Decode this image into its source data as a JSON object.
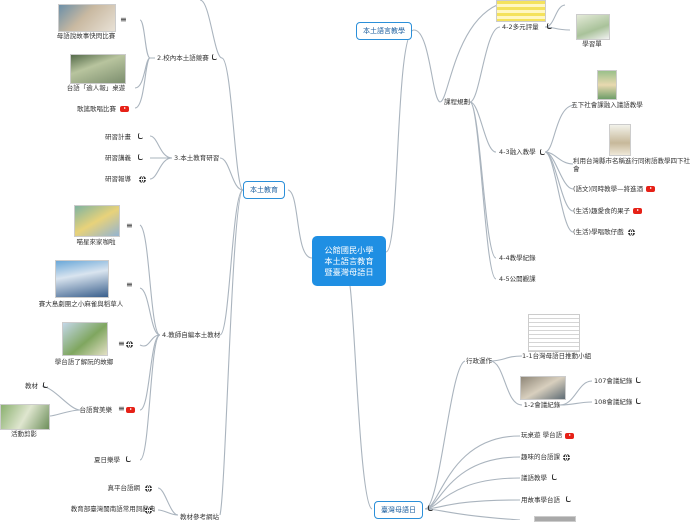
{
  "root": {
    "line1": "公館國民小學",
    "line2": "本土語言教育",
    "line3": "暨臺灣母語日"
  },
  "branches": {
    "local_edu": "本土教育",
    "local_lang": "本土語言教學",
    "mother_day": "臺灣母語日"
  },
  "local_edu": {
    "contest_story": "母語說故事快閃比賽",
    "campus": "2.校內本土語競賽",
    "taiwanese_trip": "台語「逾人報」桌遊",
    "song_contest": "歌謠歌唱比賽",
    "study_notes": "研習計畫",
    "study_slides": "研習講義",
    "study_report": "研習報導",
    "local_study": "3.本土教育研習",
    "thumb1": "喵星來家咖啦",
    "thumb2": "賽大島劇團之小麻雀與稻草人",
    "thumb3": "學台語了解阮的故鄉",
    "materials": "4.教師自編本土教材",
    "teaching": "教材",
    "activities": "活動剪影",
    "music": "台語賞美樂",
    "summer": "夏日樂學",
    "resource1": "真平台語網",
    "resource2": "教育部臺灣閩南語常用詞辭典",
    "resources": "教材參考網站"
  },
  "local_lang": {
    "eval": "4-2多元評量",
    "learning_card": "學習單",
    "curriculum": "課程規劃",
    "grade5": "五下社會課融入議語教學",
    "city_poem": "利用台灣縣市名稱進行同術語教學四下社會",
    "rhyme": "(語文)同時教學—將進酒",
    "fruit": "(生活)趣愛食的果子",
    "song": "(生活)學唱歌仔戲",
    "integrate": "4-3融入教學",
    "record": "4-4教學紀錄",
    "publish": "4-5公開觀課"
  },
  "mother_day": {
    "admin": "行政運作",
    "plan": "1-1台灣母語日推動小組",
    "meeting": "1-2會議紀錄",
    "m107": "107會議紀錄",
    "m108": "108會議紀錄",
    "game": "玩桌遊 學台語",
    "fun": "趣味的台語課",
    "lesson": "議語教學",
    "story": "用故事學台語"
  },
  "colors": {
    "accent": "#2b8fd9",
    "root_bg": "#1f8fe3",
    "line": "#aab4be"
  }
}
